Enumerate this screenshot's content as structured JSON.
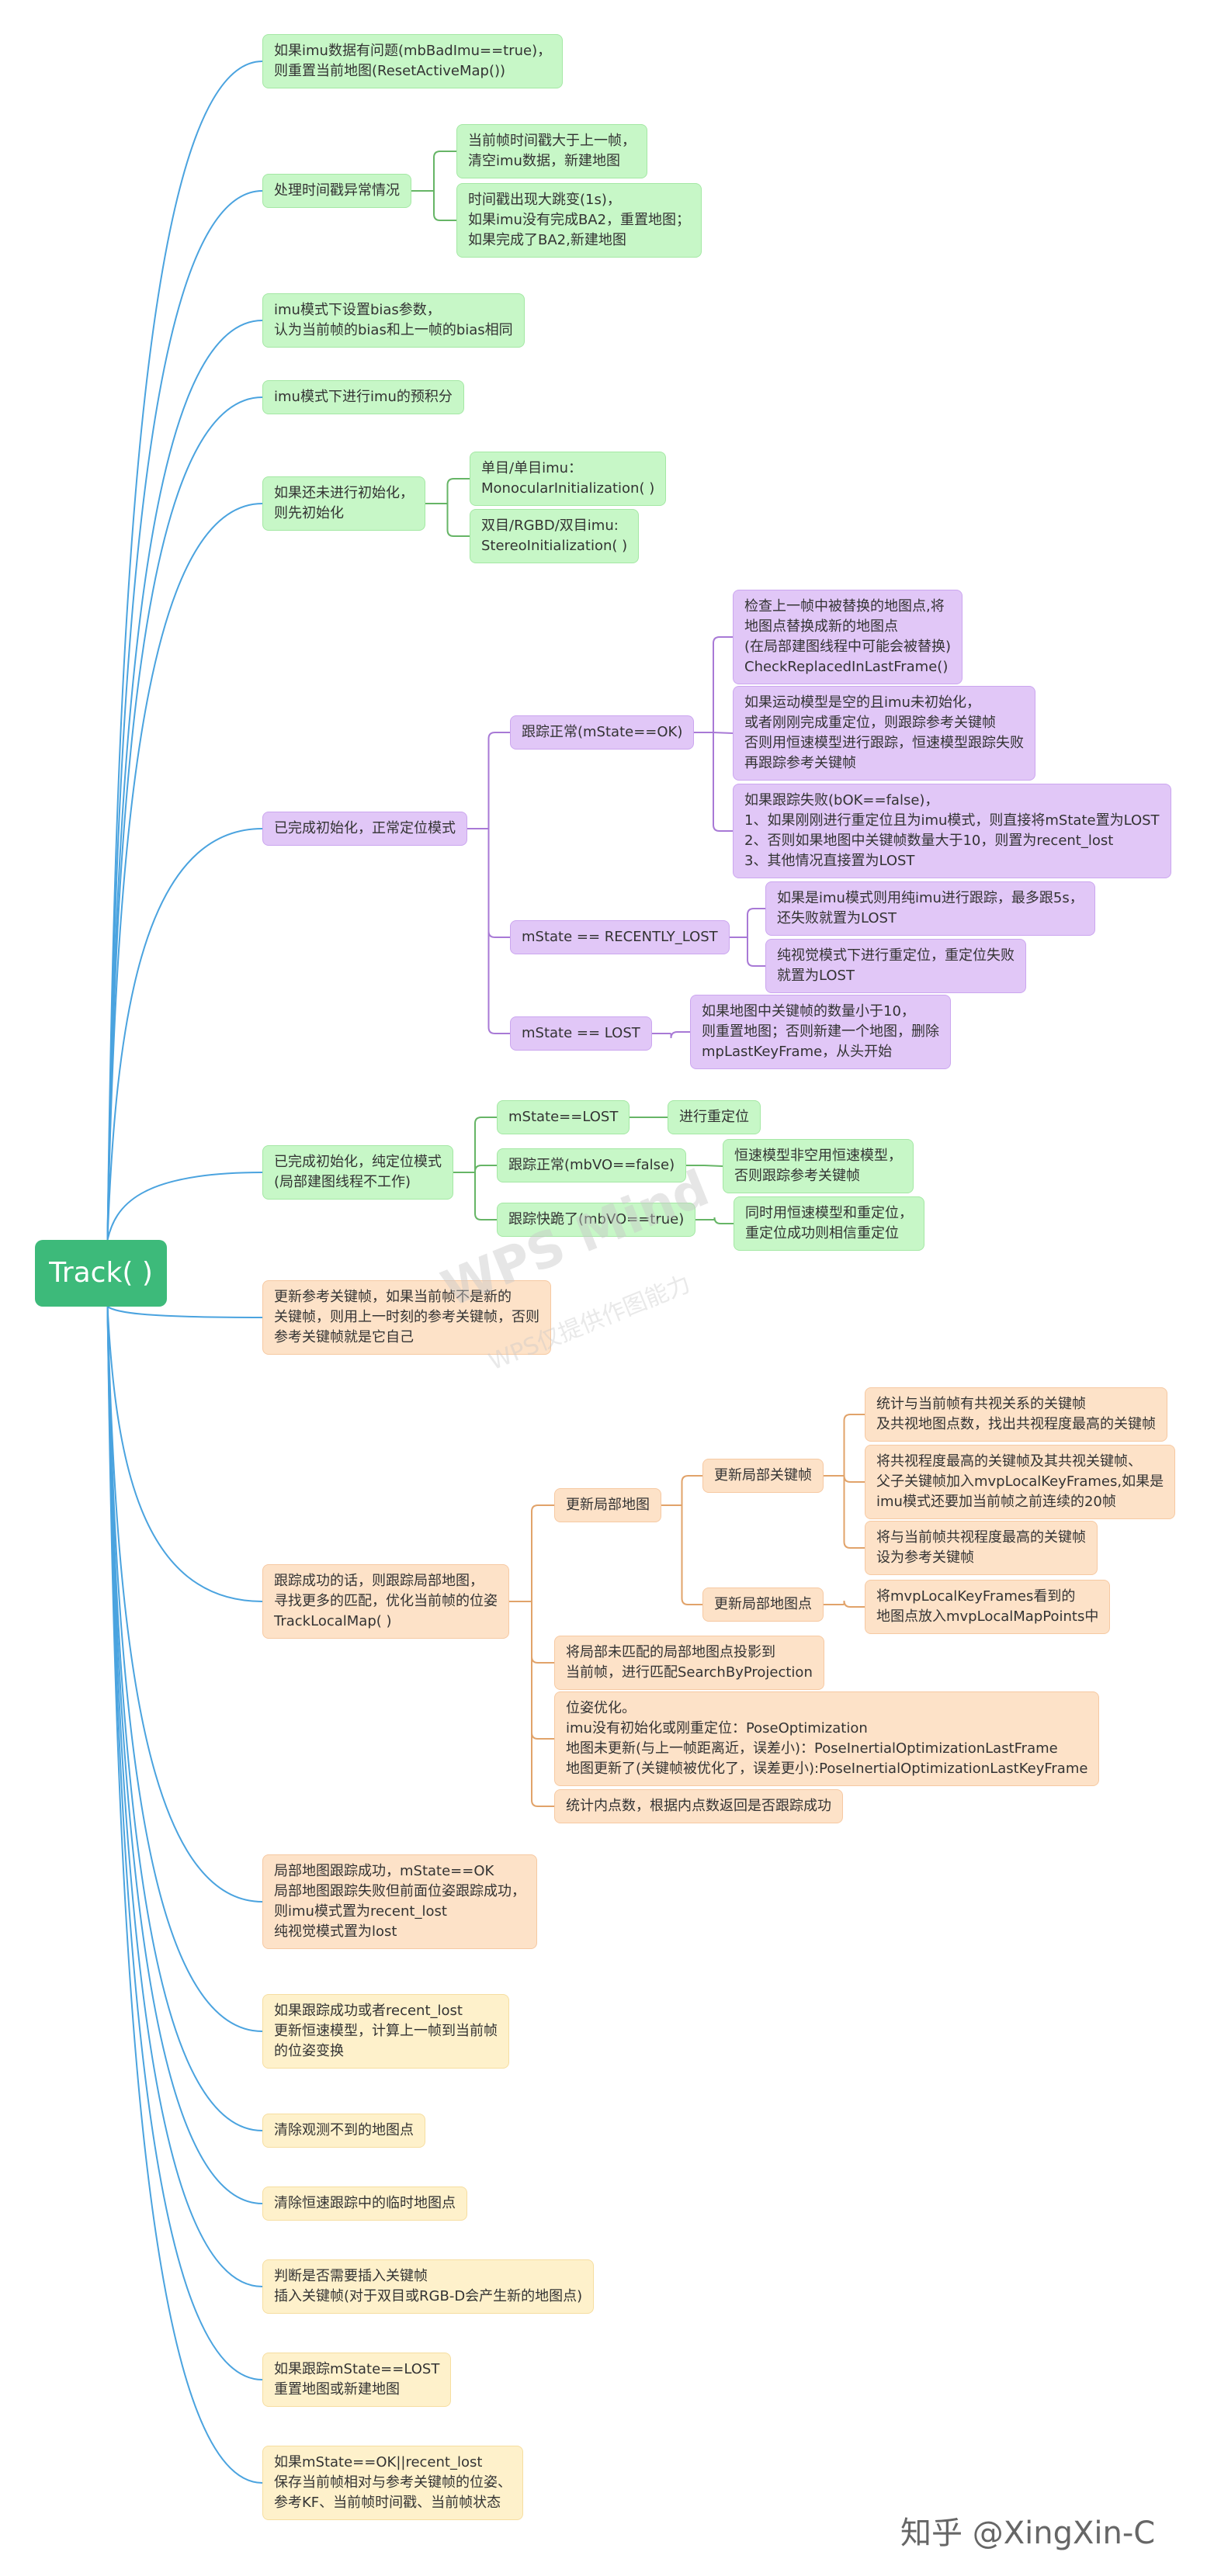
{
  "root": "Track( )",
  "watermark": {
    "main": "WPS Mind",
    "sub": "WPS仅提供作图能力"
  },
  "credit": "知乎 @XingXin-C",
  "nodes": {
    "n1": "如果imu数据有问题(mbBadImu==true)，\n则重置当前地图(ResetActiveMap())",
    "n2": "处理时间戳异常情况",
    "n2a": "当前帧时间戳大于上一帧，\n清空imu数据，新建地图",
    "n2b": "时间戳出现大跳变(1s)，\n如果imu没有完成BA2，重置地图；\n如果完成了BA2,新建地图",
    "n3": "imu模式下设置bias参数，\n认为当前帧的bias和上一帧的bias相同",
    "n4": "imu模式下进行imu的预积分",
    "n5": "如果还未进行初始化，\n则先初始化",
    "n5a": "单目/单目imu：\nMonocularInitialization( )",
    "n5b": "双目/RGBD/双目imu:\nStereoInitialization( )",
    "n6": "已完成初始化，正常定位模式",
    "n6a": "跟踪正常(mState==OK)",
    "n6a1": "检查上一帧中被替换的地图点,将\n地图点替换成新的地图点\n(在局部建图线程中可能会被替换)\nCheckReplacedInLastFrame()",
    "n6a2": "如果运动模型是空的且imu未初始化，\n或者刚刚完成重定位，则跟踪参考关键帧\n否则用恒速模型进行跟踪，恒速模型跟踪失败\n再跟踪参考关键帧",
    "n6a3": "如果跟踪失败(bOK==false)，\n1、如果刚刚进行重定位且为imu模式，则直接将mState置为LOST\n2、否则如果地图中关键帧数量大于10，则置为recent_lost\n3、其他情况直接置为LOST",
    "n6b": "mState == RECENTLY_LOST",
    "n6b1": "如果是imu模式则用纯imu进行跟踪，最多跟5s，\n还失败就置为LOST",
    "n6b2": "纯视觉模式下进行重定位，重定位失败\n就置为LOST",
    "n6c": "mState == LOST",
    "n6c1": "如果地图中关键帧的数量小于10，\n则重置地图；否则新建一个地图，删除\nmpLastKeyFrame，从头开始",
    "n7": "已完成初始化，纯定位模式\n(局部建图线程不工作)",
    "n7a": "mState==LOST",
    "n7a1": "进行重定位",
    "n7b": "跟踪正常(mbVO==false)",
    "n7b1": "恒速模型非空用恒速模型，\n否则跟踪参考关键帧",
    "n7c": "跟踪快跪了(mbVO==true)",
    "n7c1": "同时用恒速模型和重定位，\n重定位成功则相信重定位",
    "n8": "更新参考关键帧，如果当前帧不是新的\n关键帧，则用上一时刻的参考关键帧，否则\n参考关键帧就是它自己",
    "n9": "跟踪成功的话，则跟踪局部地图，\n寻找更多的匹配，优化当前帧的位姿\nTrackLocalMap( )",
    "n9a": "更新局部地图",
    "n9a1": "更新局部关键帧",
    "n9a1a": "统计与当前帧有共视关系的关键帧\n及共视地图点数，找出共视程度最高的关键帧",
    "n9a1b": "将共视程度最高的关键帧及其共视关键帧、\n父子关键帧加入mvpLocalKeyFrames,如果是\nimu模式还要加当前帧之前连续的20帧",
    "n9a1c": "将与当前帧共视程度最高的关键帧\n设为参考关键帧",
    "n9a2": "更新局部地图点",
    "n9a2a": "将mvpLocalKeyFrames看到的\n地图点放入mvpLocalMapPoints中",
    "n9b": "将局部未匹配的局部地图点投影到\n当前帧，进行匹配SearchByProjection",
    "n9c": "位姿优化。\nimu没有初始化或刚重定位：PoseOptimization\n地图未更新(与上一帧距离近，误差小)：PoseInertialOptimizationLastFrame\n地图更新了(关键帧被优化了，误差更小):PoseInertialOptimizationLastKeyFrame",
    "n9d": "统计内点数，根据内点数返回是否跟踪成功",
    "n10": "局部地图跟踪成功，mState==OK\n局部地图跟踪失败但前面位姿跟踪成功，\n则imu模式置为recent_lost\n纯视觉模式置为lost",
    "n11": "如果跟踪成功或者recent_lost\n更新恒速模型，计算上一帧到当前帧\n的位姿变换",
    "n12": "清除观测不到的地图点",
    "n13": "清除恒速跟踪中的临时地图点",
    "n14": "判断是否需要插入关键帧\n插入关键帧(对于双目或RGB-D会产生新的地图点)",
    "n15": "如果跟踪mState==LOST\n重置地图或新建地图",
    "n16": "如果mState==OK||recent_lost\n保存当前帧相对与参考关键帧的位姿、\n参考KF、当前帧时间戳、当前帧状态"
  },
  "colors": {
    "green": "#c7f7c7",
    "purple": "#e1c7f7",
    "orange": "#fde2c8",
    "yellow": "#fef1cb",
    "root": "#3dba7a",
    "link": "#4aa3df"
  }
}
